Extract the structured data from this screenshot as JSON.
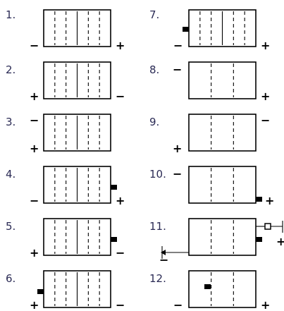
{
  "colors": {
    "number": "#2b2b55",
    "line": "#000000",
    "background": "#ffffff"
  },
  "items": [
    {
      "number": "1.",
      "signs": {
        "bottom_left": "−",
        "bottom_right": "+"
      }
    },
    {
      "number": "2.",
      "signs": {
        "bottom_left": "+",
        "bottom_right": "−"
      }
    },
    {
      "number": "3.",
      "signs": {
        "top_left": "−",
        "bottom_left": "+"
      }
    },
    {
      "number": "4.",
      "signs": {
        "bottom_left": "−",
        "bottom_right": "+"
      }
    },
    {
      "number": "5.",
      "signs": {
        "bottom_left": "+",
        "bottom_right": "−"
      }
    },
    {
      "number": "6.",
      "signs": {
        "bottom_left": "+",
        "bottom_right": "−"
      }
    },
    {
      "number": "7.",
      "signs": {
        "bottom_left": "−",
        "bottom_right": "+"
      }
    },
    {
      "number": "8.",
      "signs": {
        "top_left": "−",
        "bottom_right": "+"
      }
    },
    {
      "number": "9.",
      "signs": {
        "top_right": "−",
        "bottom_left": "+"
      }
    },
    {
      "number": "10.",
      "signs": {
        "top_left": "−",
        "bottom_right": "+"
      }
    },
    {
      "number": "11.",
      "signs": {
        "right_end": "+",
        "bottom_left": "−"
      }
    },
    {
      "number": "12.",
      "signs": {
        "bottom_left": "−",
        "bottom_right": "+"
      }
    }
  ]
}
